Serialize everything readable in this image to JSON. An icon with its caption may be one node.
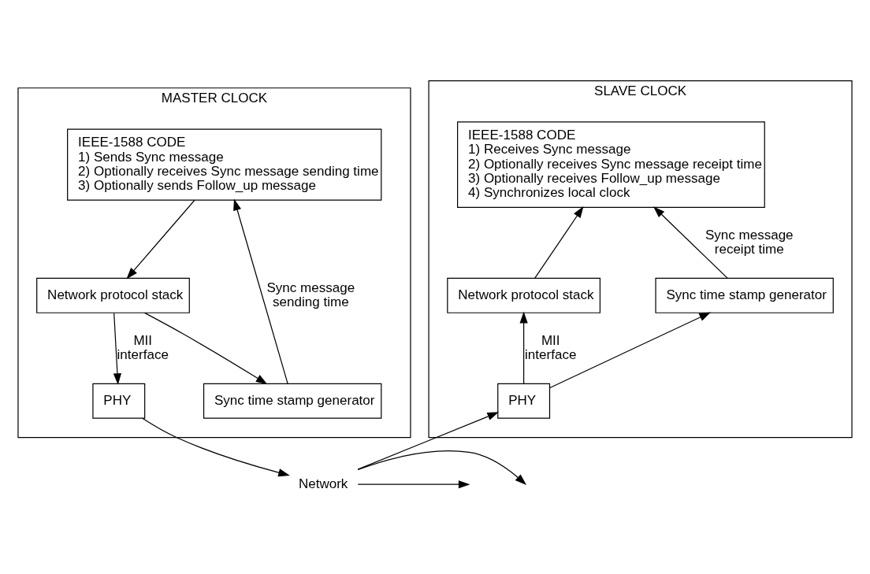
{
  "diagram": {
    "nodes": [
      {
        "text": [
          "MASTER CLOCK"
        ]
      },
      {
        "text": [
          "IEEE-1588 CODE",
          "1) Sends Sync message",
          "2) Optionally receives Sync message sending time",
          "3) Optionally sends Follow_up message"
        ],
        "in": 0
      },
      {
        "text": [
          "Network protocol stack"
        ],
        "in": 0
      },
      {
        "text": [
          "Sync time stamp generator"
        ],
        "in": 0
      },
      {
        "text": [
          "PHY"
        ],
        "in": 0
      },
      {
        "text": [
          "SLAVE CLOCK"
        ]
      },
      {
        "text": [
          "IEEE-1588 CODE",
          "1) Receives Sync message",
          "2) Optionally receives Sync message receipt time",
          "3) Optionally receives Follow_up message",
          "4) Synchronizes local clock"
        ],
        "in": 5
      },
      {
        "text": [
          "Network protocol stack"
        ],
        "in": 5
      },
      {
        "text": [
          "Sync time stamp generator"
        ],
        "in": 5
      },
      {
        "text": [
          "PHY"
        ],
        "in": 5
      },
      {
        "text": [
          "Network"
        ]
      }
    ],
    "edges": [
      {
        "from": 1,
        "to": 2,
        "arrow": "to"
      },
      {
        "from": 2,
        "to": 4,
        "label": "MII interface",
        "arrow": "to"
      },
      {
        "from": 2,
        "to": 3,
        "arrow": "to"
      },
      {
        "from": 3,
        "to": 1,
        "label": "Sync message sending time",
        "arrow": "to"
      },
      {
        "from": 9,
        "to": 7,
        "label": "MII interface",
        "arrow": "to"
      },
      {
        "from": 9,
        "to": 8,
        "arrow": "to"
      },
      {
        "from": 7,
        "to": 6,
        "arrow": "to"
      },
      {
        "from": 8,
        "to": 6,
        "label": "Sync message receipt time",
        "arrow": "to"
      },
      {
        "from": 4,
        "to": 10,
        "arrow": "to"
      },
      {
        "from": 10,
        "to": 9,
        "arrow": "to"
      },
      {
        "from": 10,
        "to": null,
        "arrow": "to"
      },
      {
        "from": 10,
        "to": null,
        "arrow": "to"
      }
    ]
  }
}
